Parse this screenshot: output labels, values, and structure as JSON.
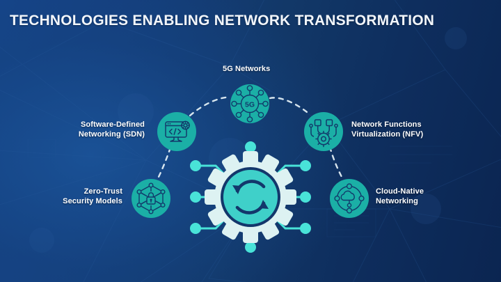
{
  "slide": {
    "title": "TECHNOLOGIES ENABLING NETWORK TRANSFORMATION",
    "background_left": "#154489",
    "background_right": "#0b2551",
    "title_color": "#f2f6fb"
  },
  "theme": {
    "node_fill": "#1BAFA6",
    "node_icon_stroke": "#123A6B",
    "gear_fill": "#DDF2F2",
    "gear_inner_fill": "#3FD0C9",
    "gear_symbol": "#13376B",
    "circuit_color": "#49E3D8",
    "dash_color": "#E8F4F8"
  },
  "center": {
    "name": "network-transformation-hub",
    "icon": "gear-with-sync-arrows-icon"
  },
  "nodes": [
    {
      "id": "5g",
      "label_line1": "5G Networks",
      "label_line2": "",
      "icon": "5g-hub-spoke-icon",
      "icon_text": "5G",
      "position": "top-center"
    },
    {
      "id": "sdn",
      "label_line1": "Software-Defined",
      "label_line2": "Networking (SDN)",
      "icon": "monitor-code-gear-icon",
      "icon_text": "</>",
      "position": "upper-left"
    },
    {
      "id": "nfv",
      "label_line1": "Network Functions",
      "label_line2": "Virtualization (NFV)",
      "icon": "gear-virtualization-tree-icon",
      "icon_text": "",
      "position": "upper-right"
    },
    {
      "id": "zero-trust",
      "label_line1": "Zero-Trust",
      "label_line2": "Security Models",
      "icon": "hexagon-mesh-padlock-icon",
      "icon_text": "",
      "position": "lower-left"
    },
    {
      "id": "cloud-native",
      "label_line1": "Cloud-Native",
      "label_line2": "Networking",
      "icon": "cloud-network-nodes-icon",
      "icon_text": "",
      "position": "lower-right"
    }
  ]
}
